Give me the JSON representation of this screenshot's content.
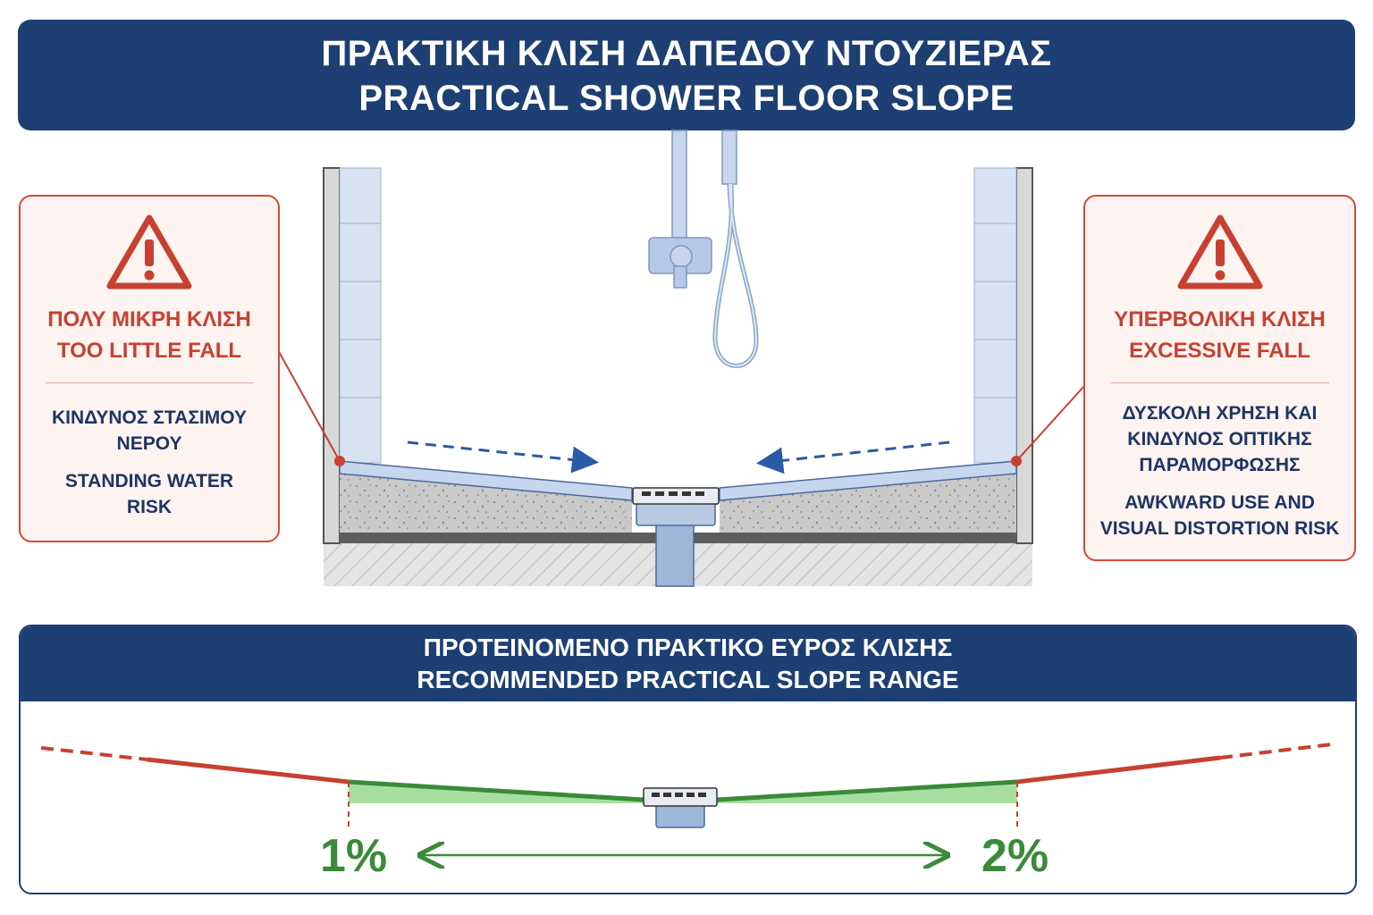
{
  "title": {
    "line_greek": "ΠΡΑΚΤΙΚΗ ΚΛΙΣΗ ΔΑΠΕΔΟΥ ΝΤΟΥΖΙΕΡΑΣ",
    "line_english": "PRACTICAL SHOWER FLOOR SLOPE"
  },
  "left_warning": {
    "icon": "warning-triangle-icon",
    "title_greek": "ΠΟΛΥ ΜΙΚΡΗ ΚΛΙΣΗ",
    "title_english": "TOO LITTLE FALL",
    "body_greek_1": "ΚΙΝΔΥΝΟΣ ΣΤΑΣΙΜΟΥ",
    "body_greek_2": "ΝΕΡΟΥ",
    "body_english_1": "STANDING WATER",
    "body_english_2": "RISK"
  },
  "right_warning": {
    "icon": "warning-triangle-icon",
    "title_greek": "ΥΠΕΡΒΟΛΙΚΗ ΚΛΙΣΗ",
    "title_english": "EXCESSIVE FALL",
    "body_greek_1": "ΔΥΣΚΟΛΗ ΧΡΗΣΗ ΚΑΙ",
    "body_greek_2": "ΚΙΝΔΥΝΟΣ ΟΠΤΙΚΗΣ",
    "body_greek_3": "ΠΑΡΑΜΟΡΦΩΣΗΣ",
    "body_english_1": "AWKWARD USE AND",
    "body_english_2": "VISUAL DISTORTION RISK"
  },
  "range_panel": {
    "header_greek": "ΠΡΟΤΕΙΝΟΜΕΝΟ ΠΡΑΚΤΙΚΟ ΕΥΡΟΣ ΚΛΙΣΗΣ",
    "header_english": "RECOMMENDED PRACTICAL SLOPE RANGE",
    "min_label": "1%",
    "max_label": "2%"
  },
  "colors": {
    "navy": "#1e3f73",
    "warning_red": "#c8402f",
    "range_green": "#3a8a3a",
    "tile_blue": "#d7e3f3"
  }
}
